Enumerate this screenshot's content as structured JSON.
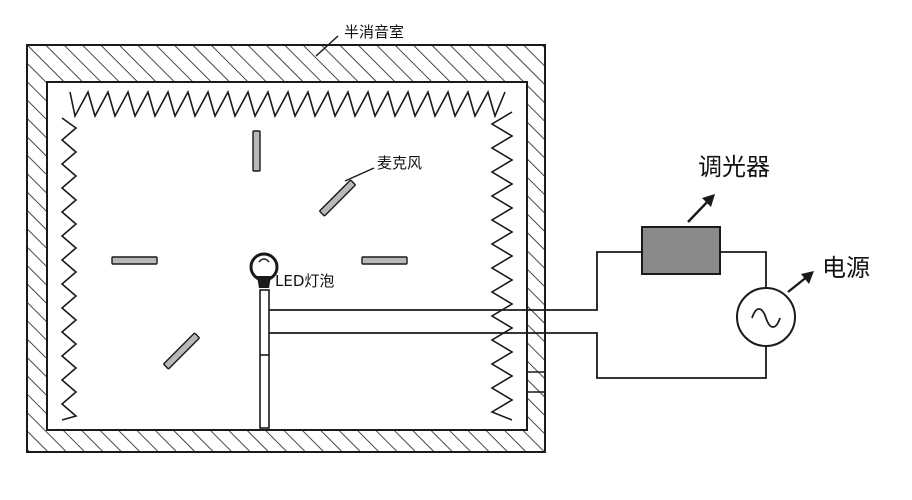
{
  "labels": {
    "chamber": "半消音室",
    "microphone": "麦克风",
    "led_bulb": "LED灯泡",
    "dimmer": "调光器",
    "power_source": "电源"
  },
  "colors": {
    "line": "#1a1a1a",
    "hatch": "#1a1a1a",
    "mic_fill": "#b8b8b8",
    "dimmer_fill": "#8a8a8a",
    "background": "#ffffff"
  },
  "icons": {
    "power_source": "ac-sine-wave-icon",
    "led_bulb": "light-bulb-icon",
    "microphone": "microphone-bar-icon"
  }
}
